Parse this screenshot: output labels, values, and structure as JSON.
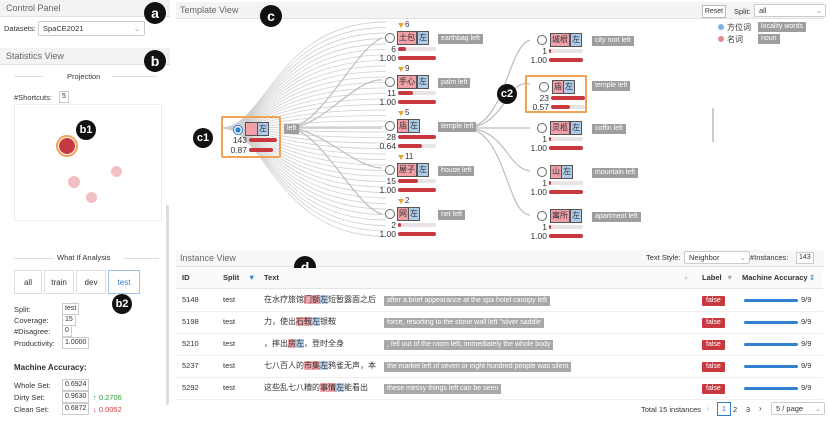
{
  "badges": {
    "a": "a",
    "b": "b",
    "c": "c",
    "d": "d",
    "b1": "b1",
    "b2": "b2",
    "c1": "c1",
    "c2": "c2"
  },
  "control_panel": {
    "title": "Control Panel",
    "dataset_label": "Datasets:",
    "dataset_value": "SpaCE2021"
  },
  "stats": {
    "title": "Statistics View",
    "projection": "Projection",
    "shortcuts_label": "#Shortcuts:",
    "shortcuts_value": "5",
    "whatif": "What If Analysis",
    "tabs": [
      "all",
      "train",
      "dev",
      "test"
    ],
    "split_label": "Split:",
    "split_value": "test",
    "coverage_label": "Coverage:",
    "coverage_value": "15",
    "disagree_label": "#Disagree:",
    "disagree_value": "0",
    "productivity_label": "Productivity:",
    "productivity_value": "1.0000",
    "acc_title": "Machine Accuracy:",
    "whole_label": "Whole Set:",
    "whole_value": "0.6924",
    "dirty_label": "Dirty Set:",
    "dirty_value": "0.9630",
    "dirty_delta": "↑ 0.2706",
    "clean_label": "Clean Set:",
    "clean_value": "0.6872",
    "clean_delta": "↓ 0.0052"
  },
  "template": {
    "title": "Template View",
    "reset": "Reset",
    "split_label": "Split:",
    "split_value": "all",
    "legend": [
      {
        "zh": "方位词",
        "en": "locality words",
        "color": "#7fb0e0"
      },
      {
        "zh": "名词",
        "en": "noun",
        "color": "#e8888f"
      }
    ],
    "root": {
      "n": "143",
      "p": "0.87",
      "label": "left",
      "w2": "左"
    },
    "mid": [
      {
        "w1": "土包",
        "w2": "左",
        "n": "6",
        "p": "1.00",
        "badge": "6",
        "label": "earthbag left"
      },
      {
        "w1": "手心",
        "w2": "左",
        "n": "11",
        "p": "1.00",
        "badge": "9",
        "label": "palm left"
      },
      {
        "w1": "庙",
        "w2": "左",
        "n": "28",
        "p": "0.64",
        "badge": "5",
        "label": "temple left"
      },
      {
        "w1": "屋子",
        "w2": "左",
        "n": "15",
        "p": "1.00",
        "badge": "11",
        "label": "house left"
      },
      {
        "w1": "网",
        "w2": "左",
        "n": "2",
        "p": "1.00",
        "badge": "2",
        "label": "net left"
      }
    ],
    "right": [
      {
        "w1": "城根",
        "w2": "左",
        "n": "1",
        "p": "1.00",
        "label": "city root left"
      },
      {
        "w1": "庙",
        "w2": "左",
        "n": "23",
        "p": "0.57",
        "label": "temple left"
      },
      {
        "w1": "灵柩",
        "w2": "左",
        "n": "1",
        "p": "1.00",
        "label": "coffin left"
      },
      {
        "w1": "山",
        "w2": "左",
        "n": "1",
        "p": "1.00",
        "label": "mountain left"
      },
      {
        "w1": "寓所",
        "w2": "左",
        "n": "1",
        "p": "1.00",
        "label": "apartment left"
      }
    ]
  },
  "instance": {
    "title": "Instance View",
    "text_style_label": "Text Style:",
    "text_style_value": "Neighbor",
    "instances_label": "#Instances:",
    "instances_value": "143",
    "cols": {
      "id": "ID",
      "split": "Split",
      "text": "Text",
      "label": "Label",
      "acc": "Machine Accuracy"
    },
    "rows": [
      {
        "id": "5148",
        "split": "test",
        "pre": "在水疗旅馆",
        "h1": "门额",
        "h2": "左",
        "post": "短暂露面之后",
        "en": "after a brief appearance at the spa hotel canopy left",
        "label": "false",
        "acc": "9/9"
      },
      {
        "id": "5198",
        "split": "test",
        "pre": "力，使出",
        "h1": "石鞍",
        "h2": "左",
        "post": "银鞍",
        "en": "force, resorting to the stone wall left \"silver saddle",
        "label": "false",
        "acc": "9/9"
      },
      {
        "id": "5210",
        "split": "test",
        "pre": "，摔出",
        "h1": "房",
        "h2": "左",
        "post": "，登时全身",
        "en": ", fell out of the room left, immediately the whole body",
        "label": "false",
        "acc": "9/9"
      },
      {
        "id": "5237",
        "split": "test",
        "pre": "七八百人的",
        "h1": "市集",
        "h2": "左",
        "post": "鸦雀无声，本",
        "en": "the market left of seven or eight hundred people was silent",
        "label": "false",
        "acc": "9/9"
      },
      {
        "id": "5292",
        "split": "test",
        "pre": "这些乱七八糟的",
        "h1": "事情",
        "h2": "左",
        "post": "能看出",
        "en": "these messy things left can be seen",
        "label": "false",
        "acc": "9/9"
      }
    ],
    "total": "Total 15 instances",
    "pages": [
      "1",
      "2",
      "3"
    ],
    "per_page": "5 / page"
  }
}
